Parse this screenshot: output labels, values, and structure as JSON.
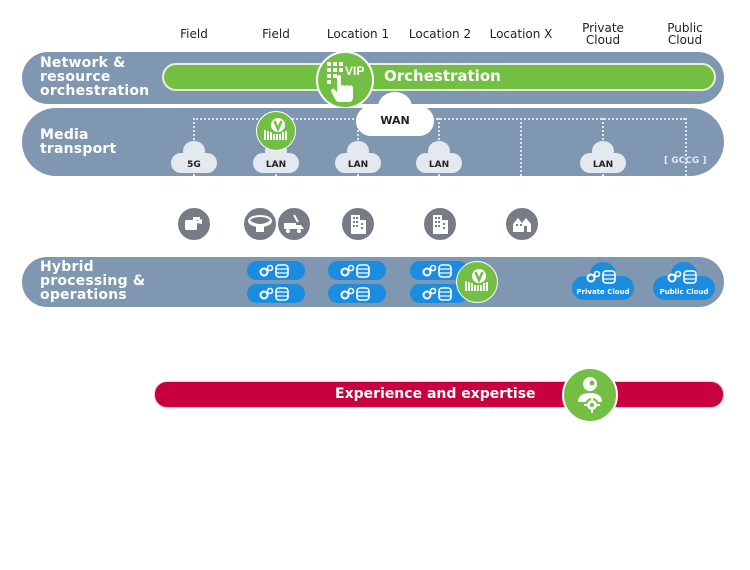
{
  "columns": [
    {
      "label": "Field"
    },
    {
      "label": "Field"
    },
    {
      "label": "Location 1"
    },
    {
      "label": "Location 2"
    },
    {
      "label": "Location X"
    },
    {
      "label": "Private\nCloud",
      "line1": "Private",
      "line2": "Cloud"
    },
    {
      "label": "Public\nCloud",
      "line1": "Public",
      "line2": "Cloud"
    }
  ],
  "layers": {
    "orchestration": {
      "title_line1": "Network &",
      "title_line2": "resource",
      "title_line3": "orchestration",
      "bar_label": "Orchestration",
      "badge_text": "VIP",
      "color": "#72bf44"
    },
    "media_transport": {
      "title_line1": "Media",
      "title_line2": "transport",
      "wan_label": "WAN",
      "clouds": [
        "5G",
        "LAN",
        "LAN",
        "LAN",
        "LAN"
      ],
      "gccg_label": "[ GCCG ]"
    },
    "hybrid": {
      "title_line1": "Hybrid",
      "title_line2": "processing &",
      "title_line3": "operations",
      "private_cloud_label": "Private Cloud",
      "public_cloud_label": "Public Cloud"
    }
  },
  "location_icons": [
    "camera-icon",
    "stadium-icon",
    "ob-van-icon",
    "office-building-icon",
    "office-building-icon",
    "house-icon"
  ],
  "experience": {
    "label": "Experience and expertise",
    "color": "#c8003f"
  },
  "colors": {
    "band": "#7f97b0",
    "green": "#72bf44",
    "blue": "#1a8de0",
    "icon_gray": "#787c85"
  }
}
